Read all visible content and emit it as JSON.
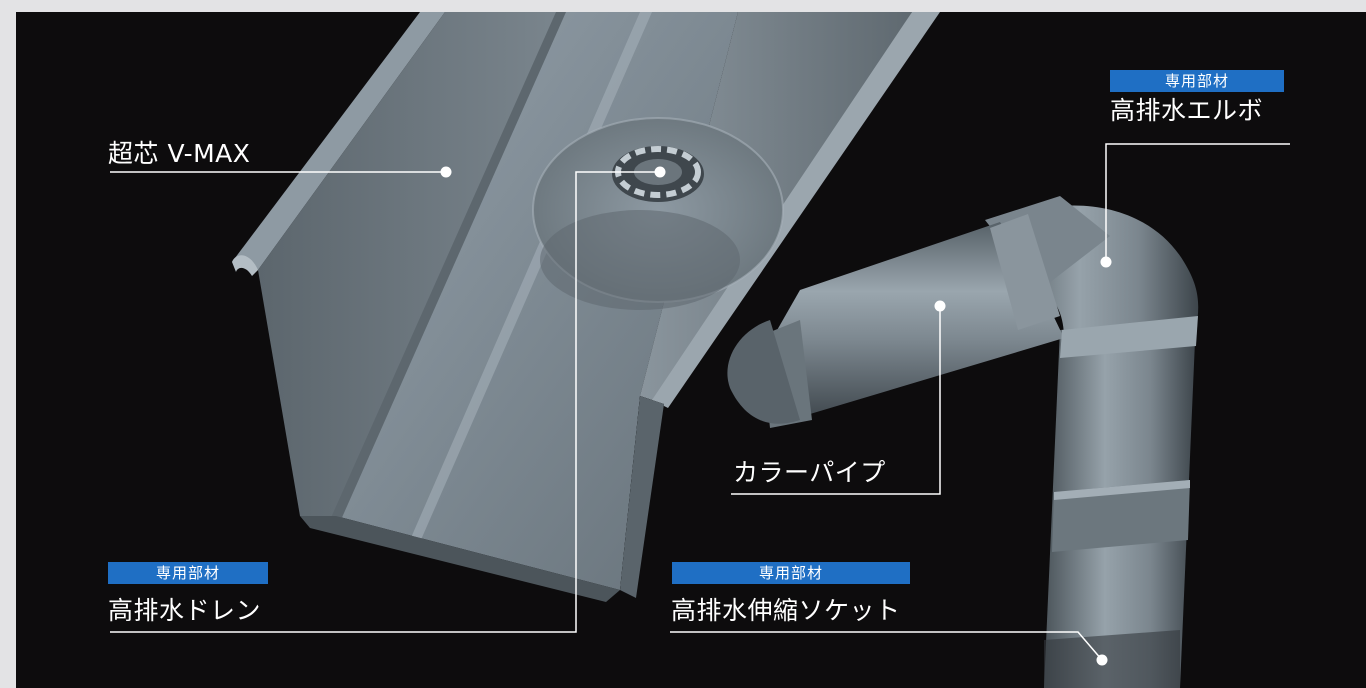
{
  "callouts": {
    "vmax": {
      "title": "超芯 V-MAX"
    },
    "elbow": {
      "badge": "専用部材",
      "title": "高排水エルボ"
    },
    "pipe": {
      "title": "カラーパイプ"
    },
    "drain": {
      "badge": "専用部材",
      "title": "高排水ドレン"
    },
    "socket": {
      "badge": "専用部材",
      "title": "高排水伸縮ソケット"
    }
  },
  "colors": {
    "background": "#0d0c0d",
    "frame": "#e3e3e5",
    "badge": "#1f6fc4",
    "gutter": "#7f8c96",
    "pipe": "#7f8c95",
    "leader": "#ffffff"
  },
  "icons": [
    "gutter-illustration",
    "pipe-illustration",
    "leader-dot"
  ]
}
